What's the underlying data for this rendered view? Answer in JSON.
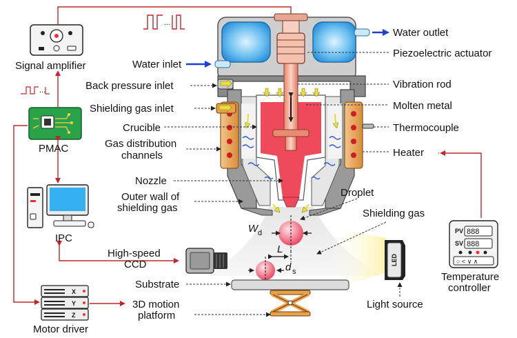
{
  "labels": {
    "signal_amplifier": "Signal amplifier",
    "pmac": "PMAC",
    "ipc": "IPC",
    "motor_driver": "Motor driver",
    "water_inlet": "Water inlet",
    "water_outlet": "Water outlet",
    "piezoelectric_actuator": "Piezoelectric actuator",
    "back_pressure_inlet": "Back pressure inlet",
    "vibration_rod": "Vibration rod",
    "shielding_gas_inlet": "Shielding gas inlet",
    "molten_metal": "Molten metal",
    "crucible": "Crucible",
    "thermocouple": "Thermocouple",
    "gas_distribution_1": "Gas distribution",
    "gas_distribution_2": "channels",
    "heater": "Heater",
    "nozzle": "Nozzle",
    "droplet": "Droplet",
    "outer_wall_1": "Outer wall of",
    "outer_wall_2": "shielding gas",
    "shielding_gas": "Shielding gas",
    "high_speed_1": "High-speed",
    "high_speed_2": "CCD",
    "substrate": "Substrate",
    "motion_1": "3D motion",
    "motion_2": "platform",
    "light_source": "Light source",
    "temp_1": "Temperature",
    "temp_2": "controller"
  },
  "symbols": {
    "wd": "W",
    "wd_sub": "d",
    "l": "L",
    "ds": "d",
    "ds_sub": "s"
  },
  "device_text": {
    "pv": "PV",
    "sv": "SV",
    "led": "LED",
    "axis_x": "X",
    "axis_y": "Y",
    "axis_z": "Z",
    "pulse_dots": "..."
  },
  "colors": {
    "control_line": "#c0262c",
    "metal": "#ee4a5c",
    "cooling_water": "#3a9fe0",
    "heater": "#e9a24a",
    "housing": "#7a7a7a",
    "gas_arrow": "#e8e04a",
    "leader": "#333333"
  }
}
